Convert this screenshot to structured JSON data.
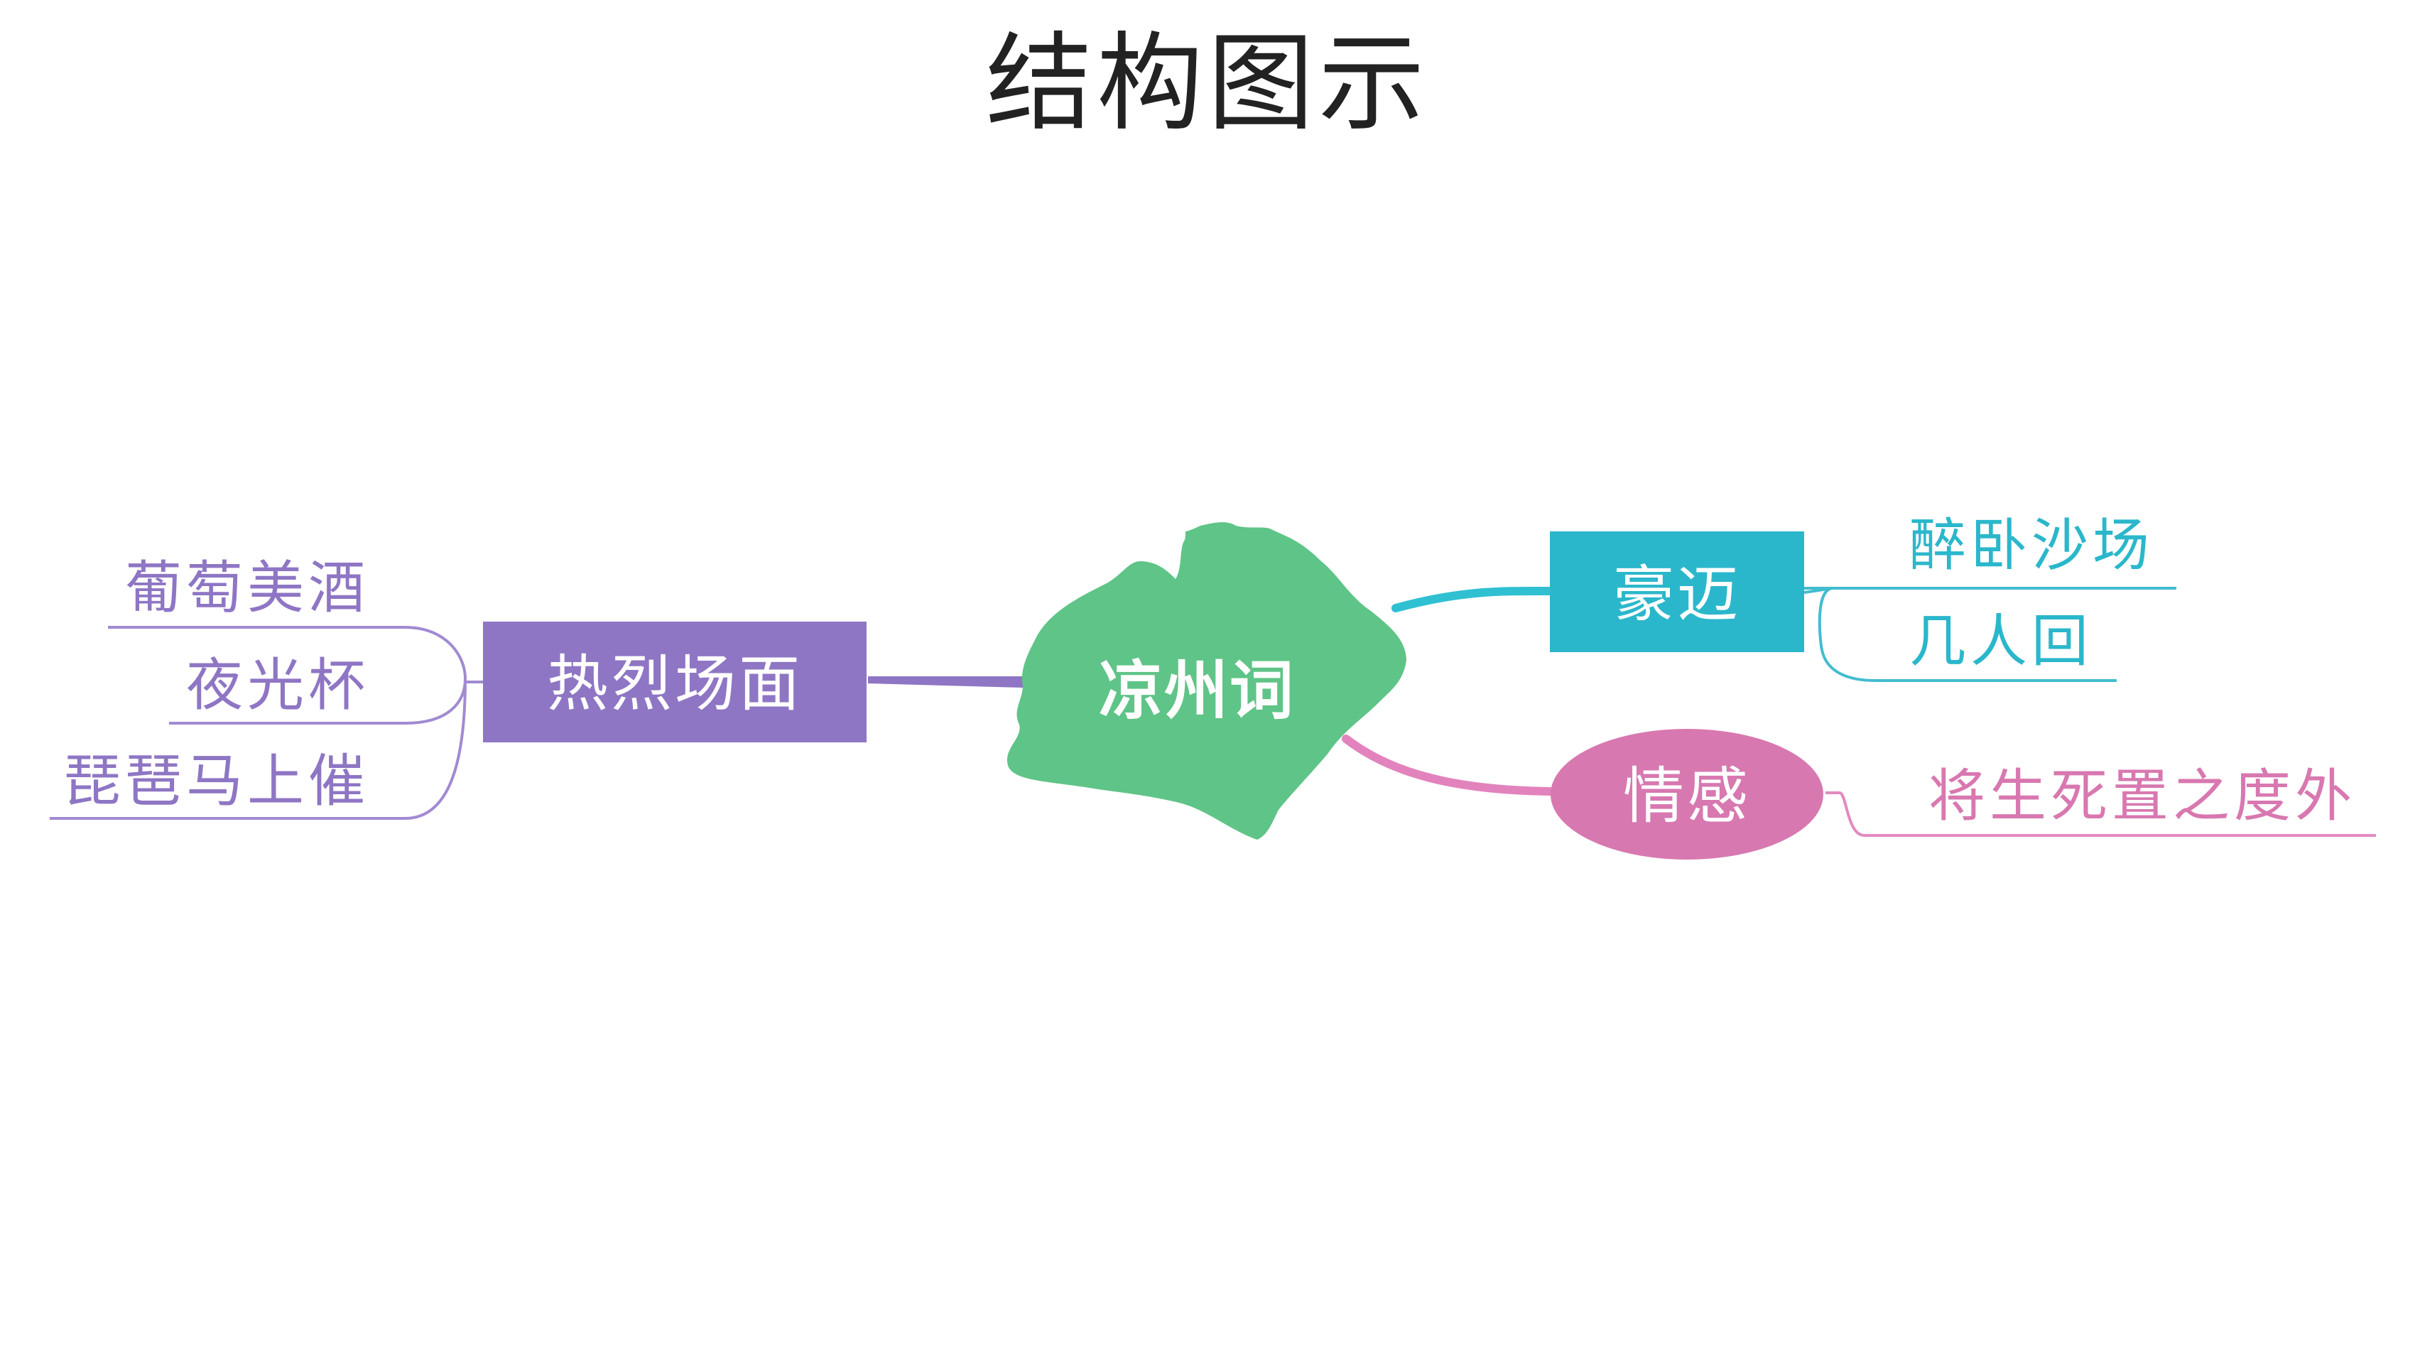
{
  "title": "结构图示",
  "colors": {
    "purple": "#8e76c4",
    "green": "#5fc487",
    "teal": "#2bb7cb",
    "pink": "#d878b0",
    "title": "#222222"
  },
  "center": {
    "label": "凉州词"
  },
  "branches": {
    "scene": {
      "label": "热烈场面",
      "items": [
        "葡萄美酒",
        "夜光杯",
        "琵琶马上催"
      ]
    },
    "bold": {
      "label": "豪迈",
      "items": [
        "醉卧沙场",
        "几人回"
      ]
    },
    "emotion": {
      "label": "情感",
      "items": [
        "将生死置之度外"
      ]
    }
  }
}
